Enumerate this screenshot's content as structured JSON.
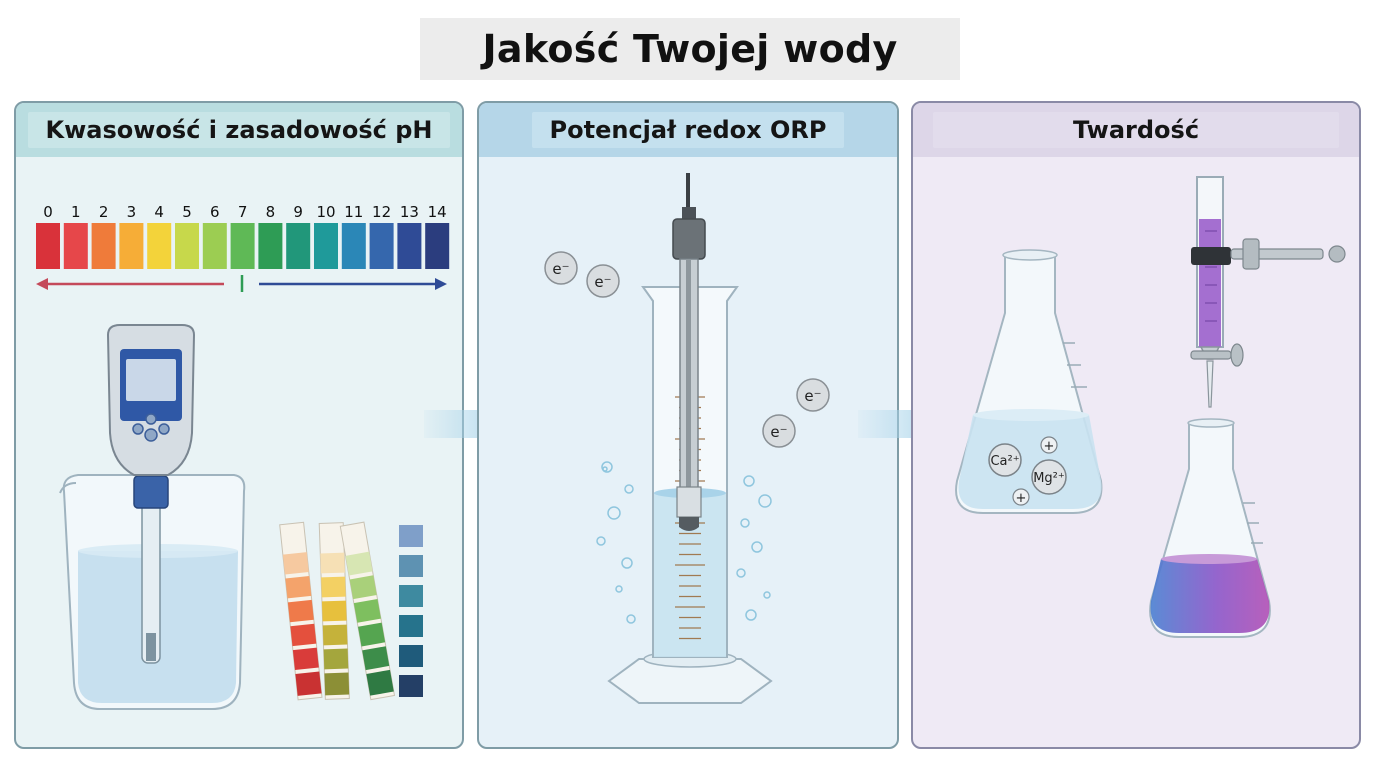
{
  "title": "Jakość Twojej wody",
  "panels": [
    {
      "label": "Kwasowość i zasadowość pH"
    },
    {
      "label": "Potencjał redox ORP"
    },
    {
      "label": "Twardość"
    }
  ],
  "ph_scale": {
    "numbers": [
      "0",
      "1",
      "2",
      "3",
      "4",
      "5",
      "6",
      "7",
      "8",
      "9",
      "10",
      "11",
      "12",
      "13",
      "14"
    ],
    "colors": [
      "#d9323a",
      "#e6474a",
      "#ef7b3a",
      "#f6ad37",
      "#f3d33a",
      "#c7d84b",
      "#9ccd52",
      "#5fb956",
      "#2e9c55",
      "#21977a",
      "#1f9a9a",
      "#2b87b7",
      "#3567ad",
      "#2f4b96",
      "#2b3d7e"
    ]
  },
  "ions": {
    "calcium": "Ca²⁺",
    "magnesium": "Mg²⁺",
    "plus": "+"
  },
  "electron": "e⁻",
  "colors": {
    "panel1_header": "#b9dde0",
    "panel2_header": "#b5d6e8",
    "panel3_header": "#ddd6e8",
    "arrow": "#a9d4ea"
  }
}
